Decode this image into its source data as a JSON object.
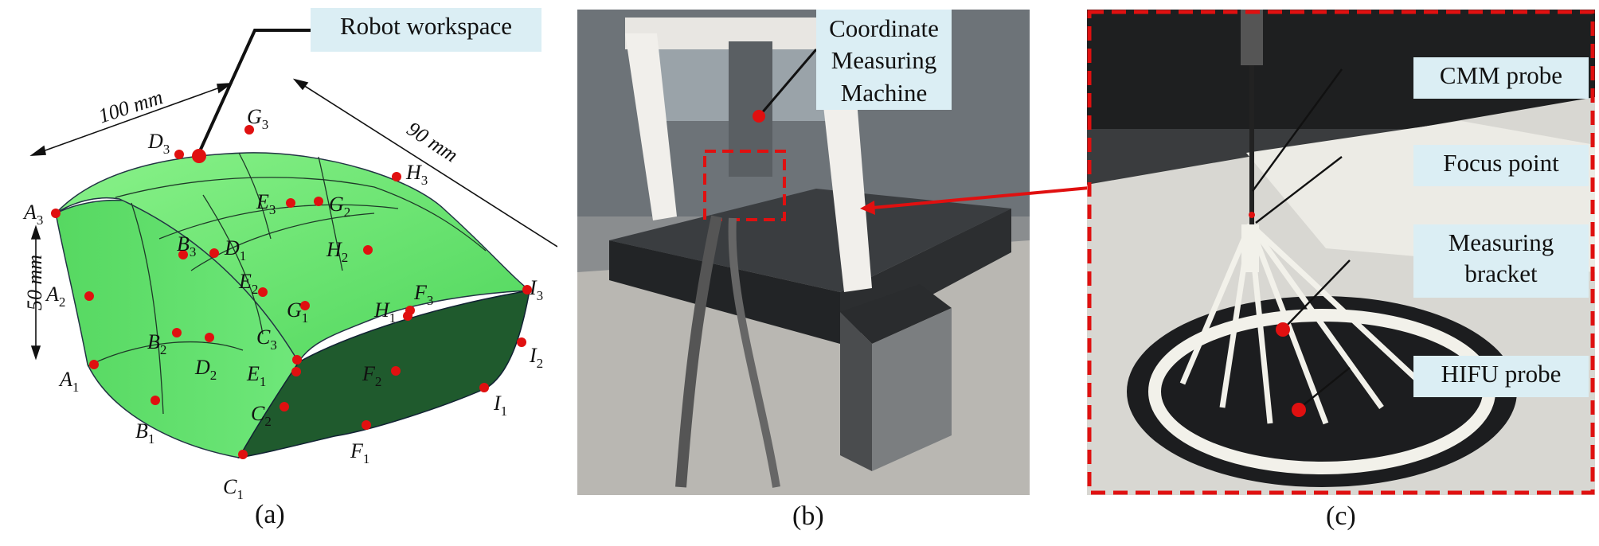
{
  "panel_a": {
    "callout": "Robot workspace",
    "dim_x": "100 mm",
    "dim_y": "90 mm",
    "dim_z": "50 mm",
    "points": [
      {
        "l": "A",
        "s": "3"
      },
      {
        "l": "A",
        "s": "2"
      },
      {
        "l": "A",
        "s": "1"
      },
      {
        "l": "B",
        "s": "3"
      },
      {
        "l": "B",
        "s": "2"
      },
      {
        "l": "B",
        "s": "1"
      },
      {
        "l": "C",
        "s": "3"
      },
      {
        "l": "C",
        "s": "2"
      },
      {
        "l": "C",
        "s": "1"
      },
      {
        "l": "D",
        "s": "3"
      },
      {
        "l": "D",
        "s": "2"
      },
      {
        "l": "D",
        "s": "1"
      },
      {
        "l": "E",
        "s": "3"
      },
      {
        "l": "E",
        "s": "2"
      },
      {
        "l": "E",
        "s": "1"
      },
      {
        "l": "F",
        "s": "3"
      },
      {
        "l": "F",
        "s": "2"
      },
      {
        "l": "F",
        "s": "1"
      },
      {
        "l": "G",
        "s": "3"
      },
      {
        "l": "G",
        "s": "2"
      },
      {
        "l": "G",
        "s": "1"
      },
      {
        "l": "H",
        "s": "3"
      },
      {
        "l": "H",
        "s": "2"
      },
      {
        "l": "H",
        "s": "1"
      },
      {
        "l": "I",
        "s": "3"
      },
      {
        "l": "I",
        "s": "2"
      },
      {
        "l": "I",
        "s": "1"
      }
    ],
    "caption": "(a)"
  },
  "panel_b": {
    "callout_line1": "Coordinate",
    "callout_line2": "Measuring",
    "callout_line3": "Machine",
    "caption": "(b)"
  },
  "panel_c": {
    "labels": [
      "CMM probe",
      "Focus point",
      "Measuring",
      "bracket",
      "HIFU probe"
    ],
    "caption": "(c)"
  },
  "colors": {
    "workspace_top": "#6ee96e",
    "workspace_side": "#1f5a2d",
    "marker": "#e01010",
    "callout_bg": "#dbeef4",
    "dash_frame": "#e01010"
  }
}
